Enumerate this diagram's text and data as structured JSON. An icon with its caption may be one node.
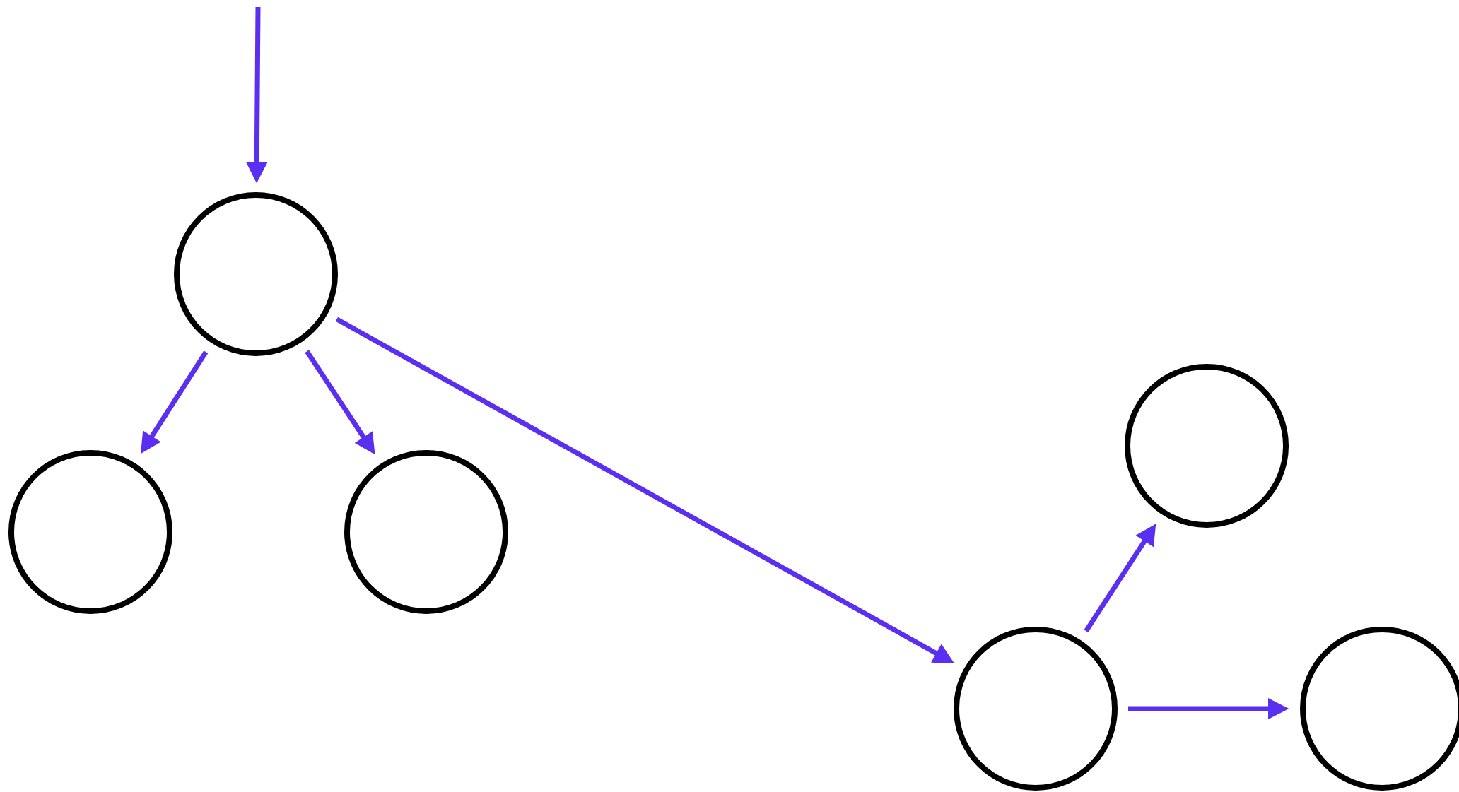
{
  "diagram": {
    "nodes": [
      {
        "text": [],
        "shape": "circle"
      },
      {
        "text": [],
        "shape": "circle"
      },
      {
        "text": [],
        "shape": "circle"
      },
      {
        "text": [],
        "shape": "circle"
      },
      {
        "text": [],
        "shape": "circle"
      },
      {
        "text": [],
        "shape": "circle"
      }
    ],
    "edges": [
      {
        "from": null,
        "to": 0,
        "arrow": "to"
      },
      {
        "from": 0,
        "to": 1,
        "arrow": "to"
      },
      {
        "from": 0,
        "to": 2,
        "arrow": "to"
      },
      {
        "from": 0,
        "to": 4,
        "arrow": "to"
      },
      {
        "from": 4,
        "to": 3,
        "arrow": "to"
      },
      {
        "from": 4,
        "to": 5,
        "arrow": "to"
      }
    ]
  }
}
